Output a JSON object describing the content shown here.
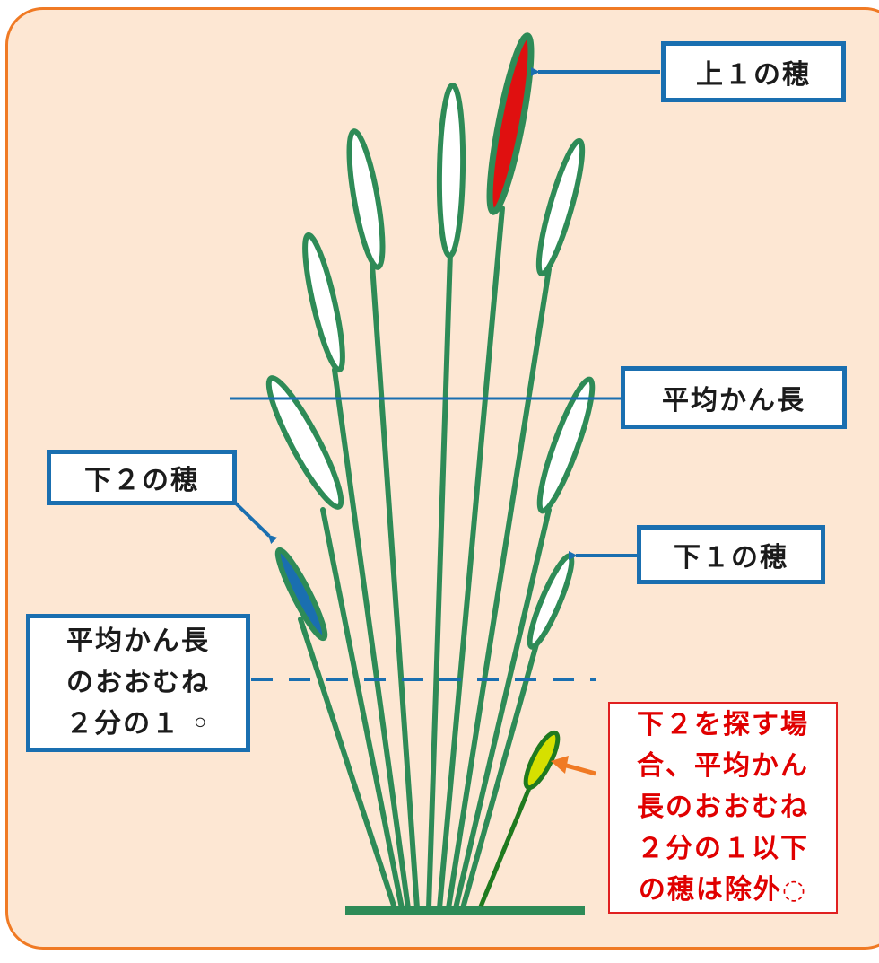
{
  "labels": {
    "upper_one": "上１の穂",
    "average_stem_length": "平均かん長",
    "lower_two": "下２の穂",
    "lower_one": "下１の穂",
    "half_note_lines": [
      "平均かん長",
      "のおおむね",
      "２分の１ ◦"
    ],
    "exclusion_note_lines": [
      "下２を探す場",
      "合、平均かん",
      "長のおおむね",
      "２分の１以下",
      "の穂は除外◌"
    ]
  },
  "colors": {
    "stem": "#2e8b57",
    "panel": "#fde7d3",
    "panel_border": "#f07a24",
    "label_border": "#1a6fb0",
    "reference_line": "#1a6fb0",
    "highlight_upper": "#e01010",
    "highlight_lower_two": "#1a6fb0",
    "excluded_ear_fill": "#d6e000",
    "excluded_stem": "#1f7a1f",
    "arrow_blue": "#1a6fb0",
    "arrow_orange": "#f07a24",
    "exclusion_text": "#e00000"
  }
}
